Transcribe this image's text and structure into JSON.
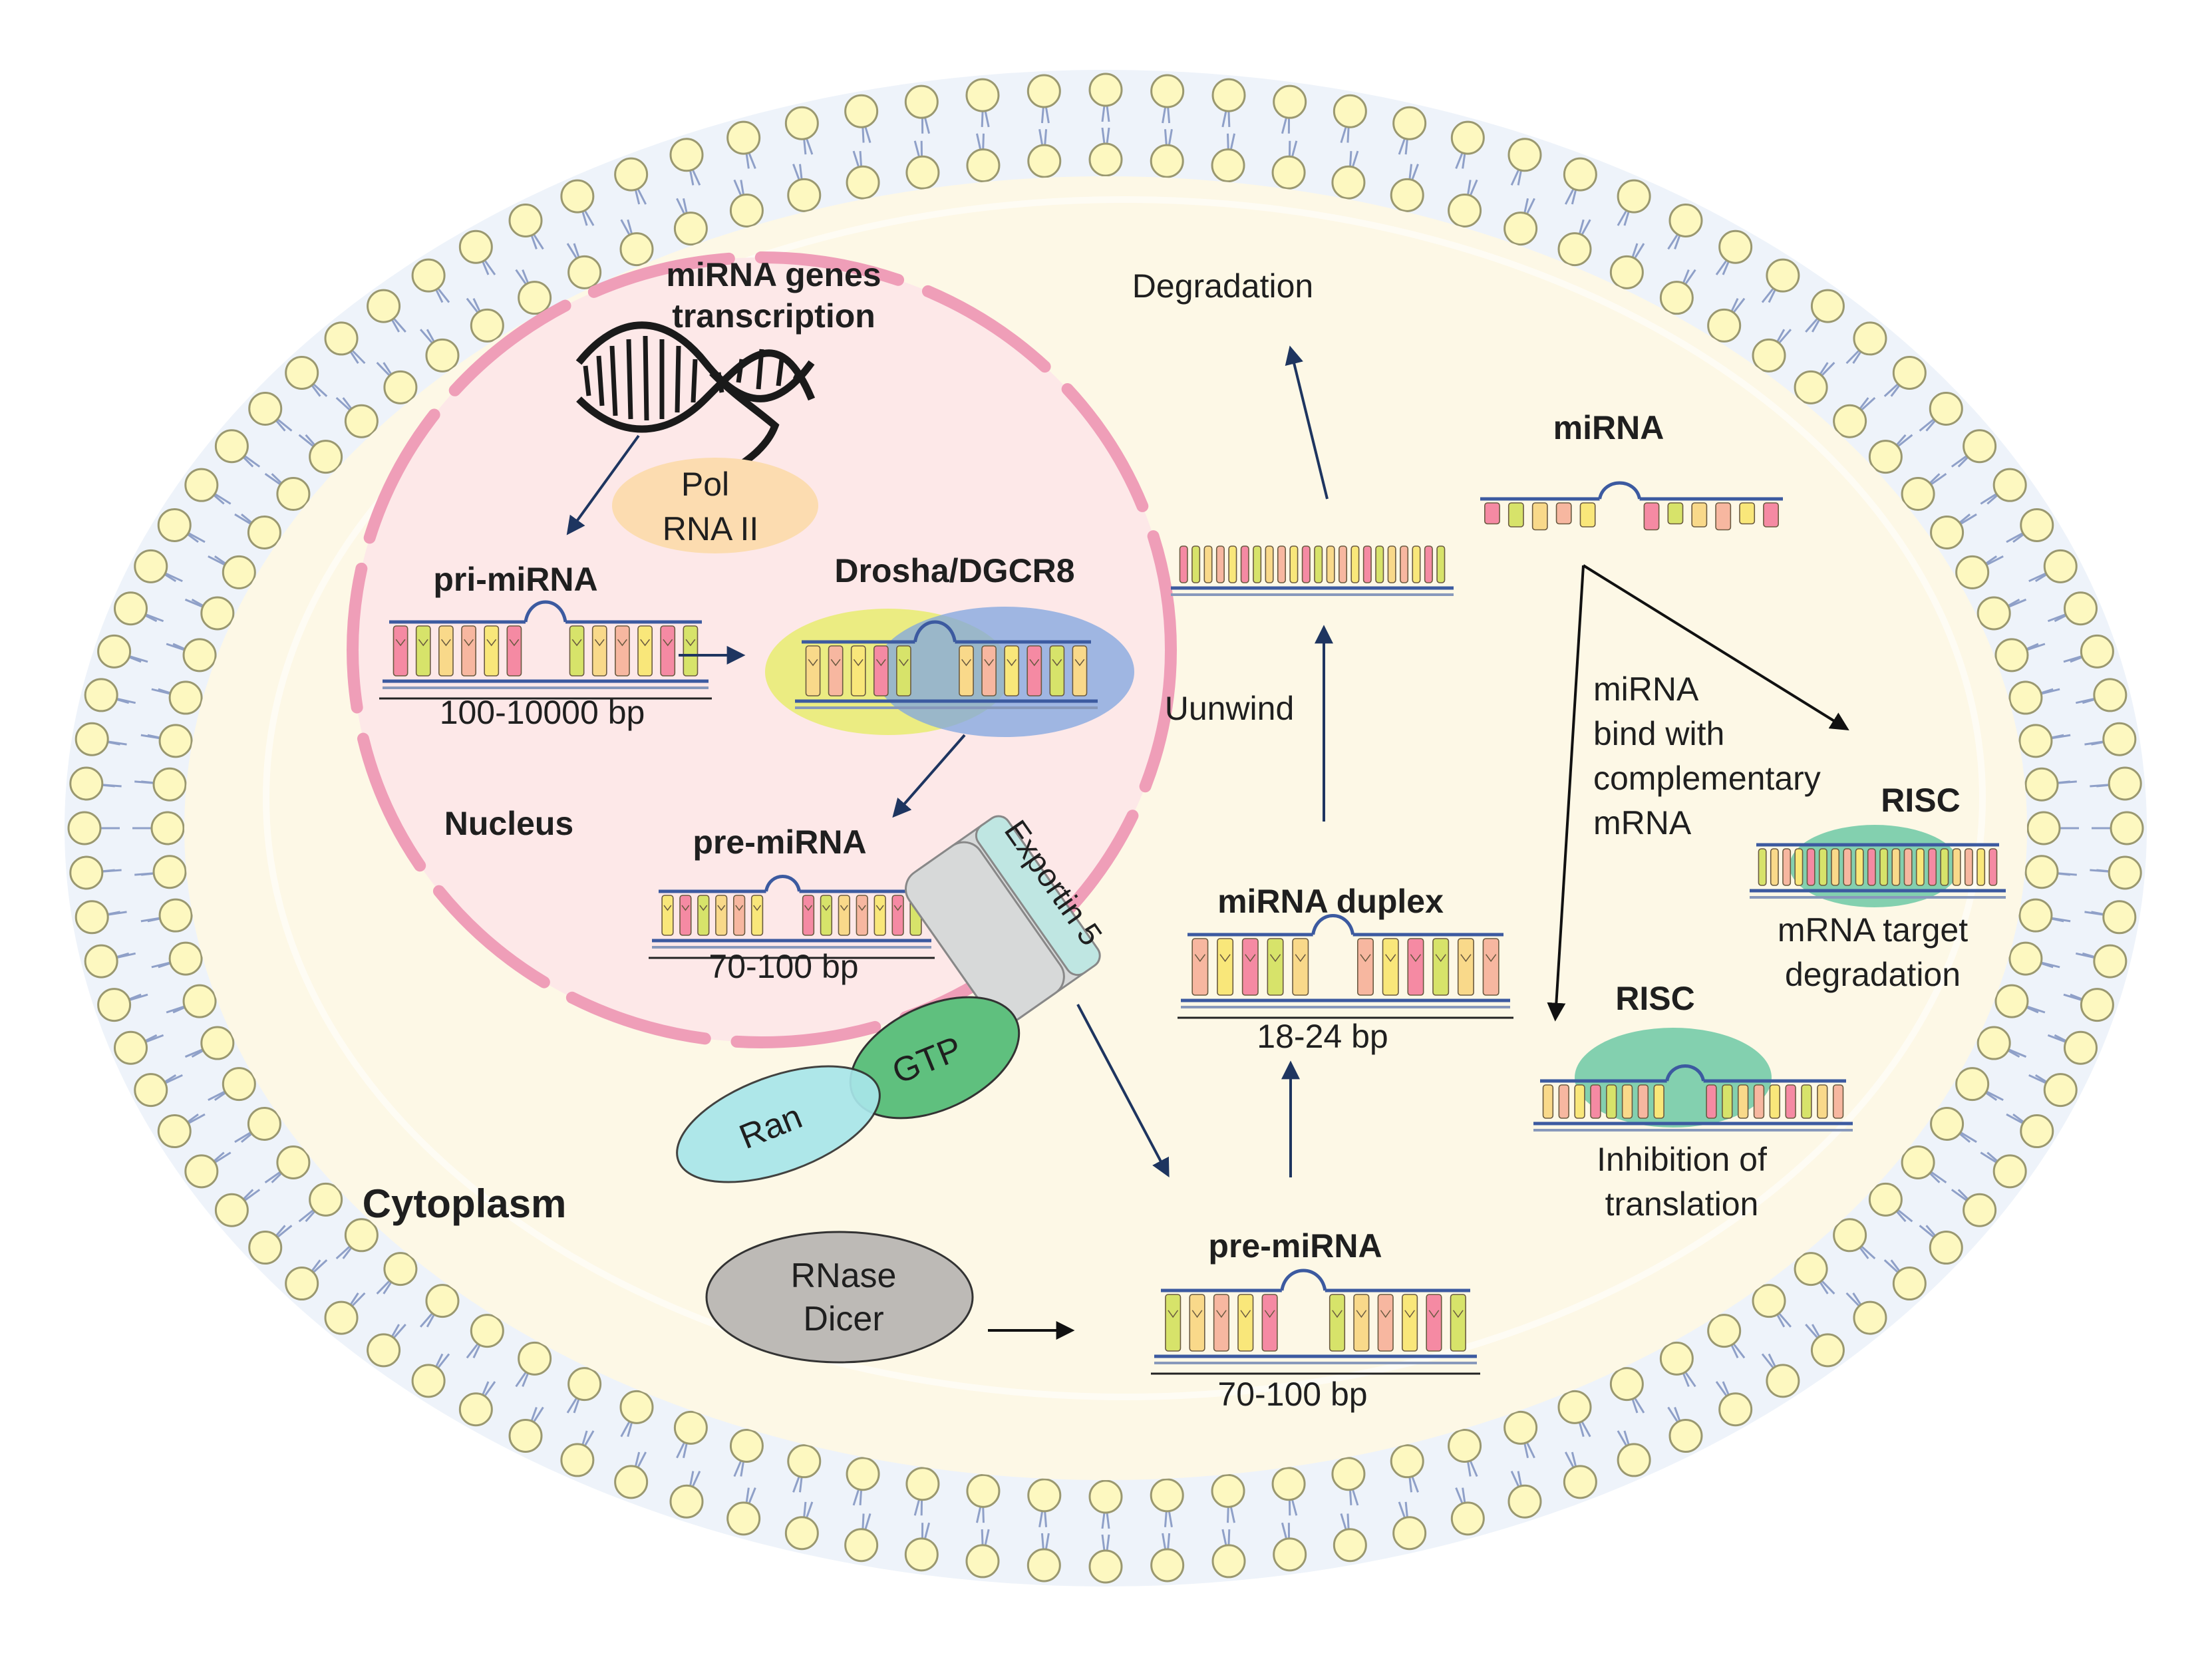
{
  "colors": {
    "head_fill": "#fdf8c0",
    "head_stroke": "#9a9870",
    "cytoplasm": "#fdf8e6",
    "nucleus": "#fde8e8",
    "nucleus_border": "#ef9eb8",
    "pol_fill": "#fcdcb0",
    "drosha_yellow": "#e8ec70",
    "drosha_blue": "#7fa6e0",
    "risc_green": "#6dc9a4",
    "ran_fill": "#a8e6ea",
    "gtp_fill": "#5fc07e",
    "dicer_fill": "#bdbab6",
    "exportin_fill": "#d7d9d9",
    "exportin_band": "#bfe6e2",
    "backbone": "#3c5aa0",
    "base_colors": [
      "#f58aa3",
      "#f9d98a",
      "#f9e77a",
      "#d7e36a",
      "#f7b7a0"
    ],
    "arrow": "#1e3560"
  },
  "labels": {
    "transcription_line1": "miRNA  genes",
    "transcription_line2": "transcription",
    "pol_line1": "Pol",
    "pol_line2": "RNA II",
    "pri_mirna": "pri-miRNA",
    "pri_mirna_size": "100-10000 bp",
    "drosha": "Drosha/DGCR8",
    "nucleus": "Nucleus",
    "pre_mirna_nucleus": "pre-miRNA",
    "pre_mirna_nucleus_size": "70-100 bp",
    "exportin": "Exportin 5",
    "gtp": "GTP",
    "ran": "Ran",
    "cytoplasm": "Cytoplasm",
    "dicer_line1": "RNase",
    "dicer_line2": "Dicer",
    "pre_mirna_cyto": "pre-miRNA",
    "pre_mirna_cyto_size": "70-100 bp",
    "duplex": "miRNA duplex",
    "duplex_size": "18-24 bp",
    "unwind": "Uunwind",
    "degradation": "Degradation",
    "mirna": "miRNA",
    "bind_line1": "miRNA",
    "bind_line2": "bind with",
    "bind_line3": "complementary",
    "bind_line4": "mRNA",
    "risc_top": "RISC",
    "target_line1": "mRNA target",
    "target_line2": "degradation",
    "risc_bottom": "RISC",
    "inhibit_line1": "Inhibition  of",
    "inhibit_line2": "translation"
  }
}
